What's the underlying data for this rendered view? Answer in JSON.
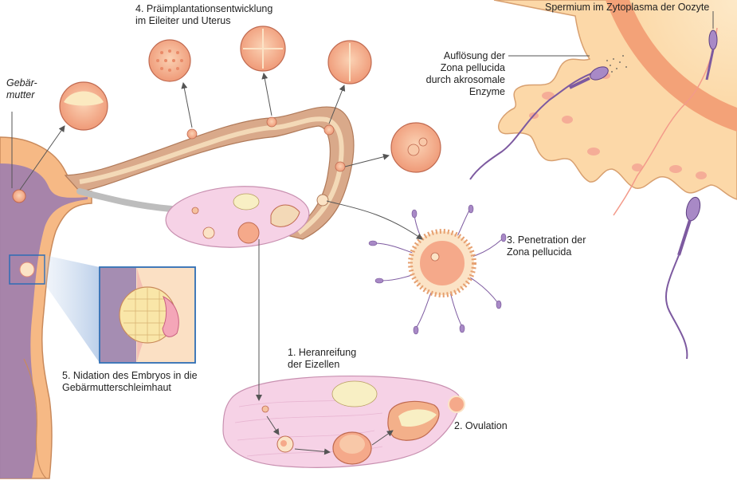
{
  "labels": {
    "uterus": "Gebär-\nmutter",
    "step1": "1. Heranreifung\nder Eizellen",
    "step2": "2. Ovulation",
    "step3": "3. Penetration der\nZona pellucida",
    "step4": "4. Präimplantationsentwicklung\nim Eileiter und Uterus",
    "step5": "5. Nidation des Embryos in die\nGebärmutterschleimhaut",
    "acrosome": "Auflösung der\nZona pellucida\ndurch akrosomale\nEnzyme",
    "sperm_in_oocyte": "Spermium im Zytoplasma der Oozyte"
  },
  "colors": {
    "uterus_wall": "#f6b985",
    "uterus_cavity": "#a07fae",
    "tube": "#d9a98a",
    "tube_inner": "#f3d9b7",
    "ovary": "#f6d2e6",
    "cell_fill": "#f5a98a",
    "cell_ring": "#fbe3c6",
    "oocyte_body": "#fde2bd",
    "zona": "#f3b08a",
    "sperm": "#a889c6",
    "inset_frame": "#2e6db4",
    "arrow": "#555555"
  }
}
